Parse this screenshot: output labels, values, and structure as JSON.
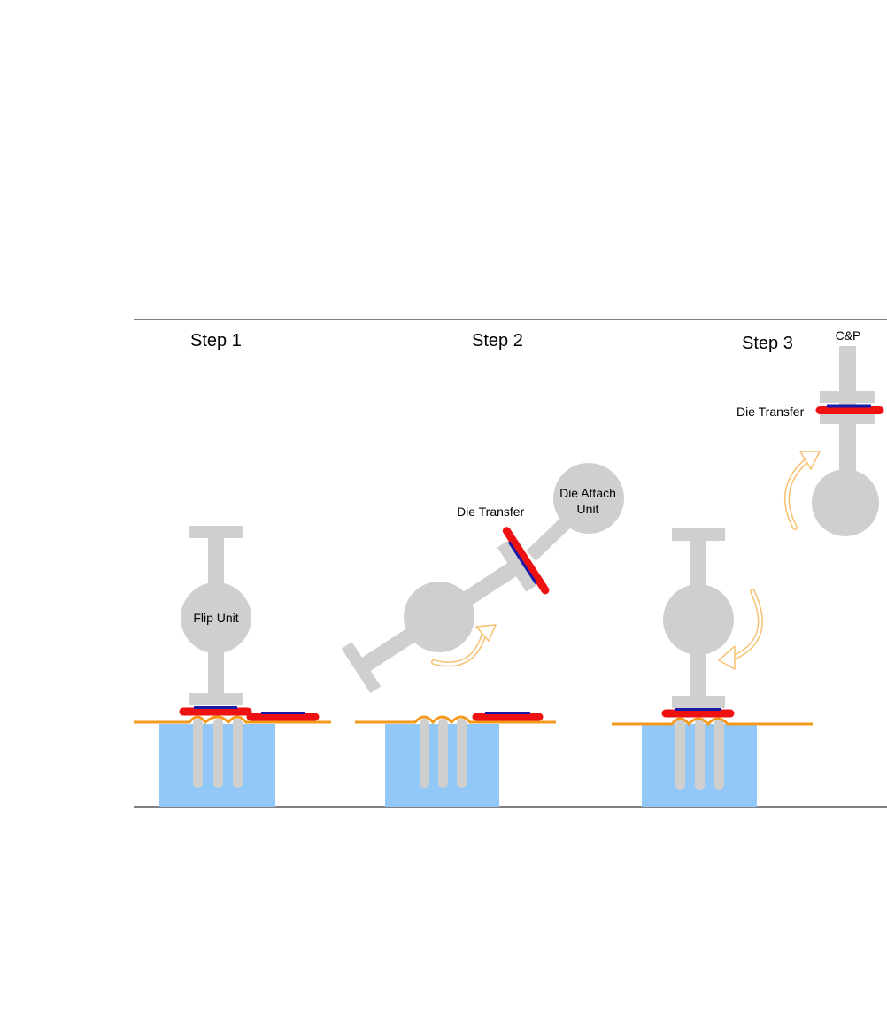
{
  "steps": [
    {
      "title": "Step 1",
      "labels": {
        "unit": "Flip Unit"
      }
    },
    {
      "title": "Step 2",
      "labels": {
        "transfer": "Die Transfer",
        "attach_line1": "Die Attach",
        "attach_line2": "Unit"
      }
    },
    {
      "title": "Step 3",
      "labels": {
        "top": "C&P",
        "transfer": "Die Transfer"
      }
    }
  ],
  "colors": {
    "tool_gray": "#cfcfcf",
    "die_red": "#ee1111",
    "die_blue": "#1a1aa8",
    "tape_orange": "#f39a1e",
    "base_blue": "#92c8f8",
    "arrow_orange": "#f6c070",
    "rule_line": "#000000"
  }
}
